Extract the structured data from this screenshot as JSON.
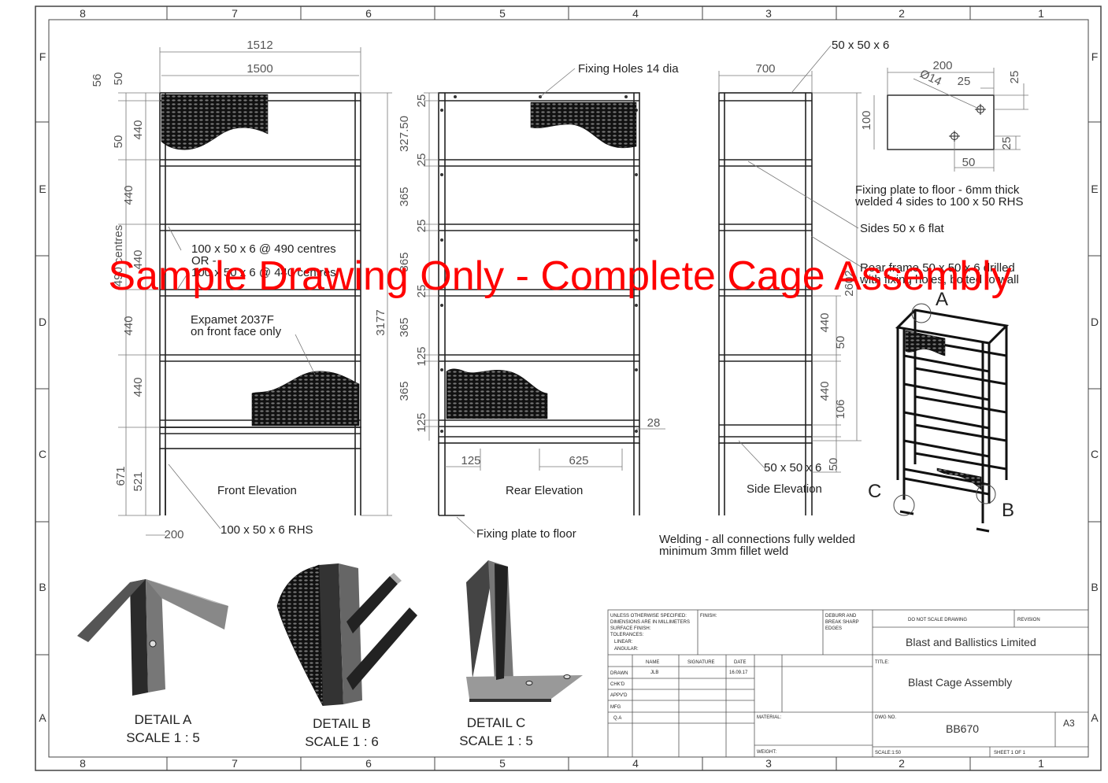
{
  "border": {
    "columns": [
      "8",
      "7",
      "6",
      "5",
      "4",
      "3",
      "2",
      "1"
    ],
    "rows": [
      "F",
      "E",
      "D",
      "C",
      "B",
      "A"
    ]
  },
  "watermark": "Sample Drawing Only - Complete Cage Assembly",
  "front": {
    "title": "Front Elevation",
    "dims": {
      "overall_width": "1512",
      "inner_width": "1500",
      "d56": "56",
      "d50a": "50",
      "d50b": "50",
      "d440a": "440",
      "d440b": "440",
      "d440c": "440",
      "d440d": "440",
      "d440e": "440",
      "d3177": "3177",
      "d671": "671",
      "d521": "521",
      "d200": "200",
      "centres": "490 centres"
    },
    "notes": {
      "rhs1": "100 x 50 x 6 @ 490 centres",
      "or": "OR -",
      "rhs2": "100 x 50 x 6 @ 440 centres",
      "expamet1": "Expamet 2037F",
      "expamet2": "on front face only",
      "rhs_leg": "100 x 50 x 6 RHS"
    }
  },
  "rear": {
    "title": "Rear Elevation",
    "fixing_holes": "Fixing Holes 14 dia",
    "fixing_plate": "Fixing plate to floor",
    "dims": {
      "d25a": "25",
      "d327": "327.50",
      "d25b": "25",
      "d365a": "365",
      "d25c": "25",
      "d365b": "365",
      "d25d": "25",
      "d365c": "365",
      "d125a": "125",
      "d365d": "365",
      "d125b": "125",
      "d28": "28",
      "d125c": "125",
      "d625": "625"
    }
  },
  "side": {
    "title": "Side Elevation",
    "top_member": "50 x 50 x 6",
    "bottom_member": "50 x 50 x 6",
    "sides": "Sides 50 x 6 flat",
    "rear_frame1": "Rear frame 50 x 50 x 6 drilled",
    "rear_frame2": "with fixing holes, bolted to wall",
    "dims": {
      "d700": "700",
      "d2602": "2602",
      "d440a": "440",
      "d50a": "50",
      "d440b": "440",
      "d106": "106",
      "d50b": "50"
    }
  },
  "plate": {
    "d200": "200",
    "dia": "Ø14",
    "d25a": "25",
    "d25b": "25",
    "d25c": "25",
    "d100": "100",
    "d50": "50",
    "note1": "Fixing plate to floor - 6mm thick",
    "note2": "welded 4 sides to 100 x 50 RHS"
  },
  "iso": {
    "a": "A",
    "b": "B",
    "c": "C"
  },
  "welding": {
    "line1": "Welding - all connections fully welded",
    "line2": "minimum 3mm fillet weld"
  },
  "details": [
    {
      "name": "DETAIL A",
      "scale": "SCALE 1 : 5"
    },
    {
      "name": "DETAIL B",
      "scale": "SCALE 1 : 6"
    },
    {
      "name": "DETAIL C",
      "scale": "SCALE 1 : 5"
    }
  ],
  "title_block": {
    "spec1": "UNLESS OTHERWISE SPECIFIED:",
    "spec2": "DIMENSIONS ARE IN MILLIMETERS",
    "spec3": "SURFACE FINISH:",
    "spec4": "TOLERANCES:",
    "spec5": "LINEAR:",
    "spec6": "ANGULAR:",
    "finish": "FINISH:",
    "deburr1": "DEBURR AND",
    "deburr2": "BREAK SHARP",
    "deburr3": "EDGES",
    "do_not_scale": "DO NOT SCALE DRAWING",
    "revision": "REVISION",
    "company": "Blast and Ballistics Limited",
    "title_label": "TITLE:",
    "title": "Blast Cage Assembly",
    "name_h": "NAME",
    "sig_h": "SIGNATURE",
    "date_h": "DATE",
    "drawn": "DRAWN",
    "drawn_name": "JLB",
    "drawn_date": "16.09.17",
    "chkd": "CHK'D",
    "appvd": "APPV'D",
    "mfg": "MFG",
    "qa": "Q.A",
    "material": "MATERIAL:",
    "dwg_label": "DWG NO.",
    "dwg_no": "BB670",
    "size": "A3",
    "weight": "WEIGHT:",
    "scale": "SCALE:1:50",
    "sheet": "SHEET 1 OF 1"
  }
}
